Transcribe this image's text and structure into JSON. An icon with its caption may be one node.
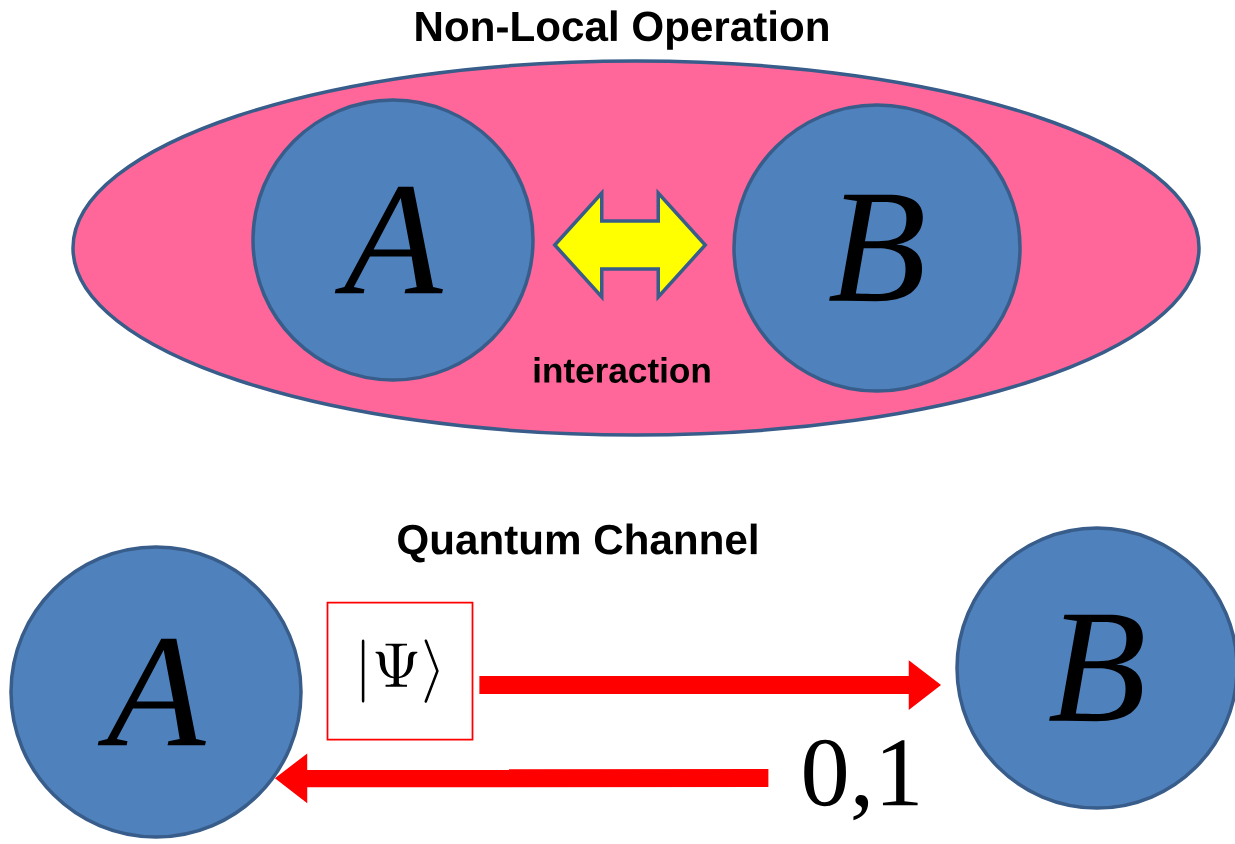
{
  "diagram": {
    "nodes": [
      {
        "text": [
          "Non-Local Operation"
        ]
      },
      {
        "text": [
          "A"
        ],
        "in": 0
      },
      {
        "text": [
          "B"
        ],
        "in": 0
      },
      {
        "text": [
          "A"
        ]
      },
      {
        "text": [
          "B"
        ]
      },
      {
        "text": [
          "\\left|\\Psi\\right\\rangle"
        ]
      },
      {
        "text": [
          "0,1"
        ]
      }
    ],
    "edges": [
      {
        "from": 1,
        "to": 2,
        "arrow": "both",
        "label": "interaction",
        "color": "#ffff00"
      },
      {
        "from": 5,
        "to": 4,
        "arrow": "to",
        "color": "#ff0000"
      },
      {
        "from": 6,
        "to": 3,
        "arrow": "to",
        "color": "#ff0000"
      }
    ],
    "labels": [
      "Quantum Channel"
    ]
  }
}
